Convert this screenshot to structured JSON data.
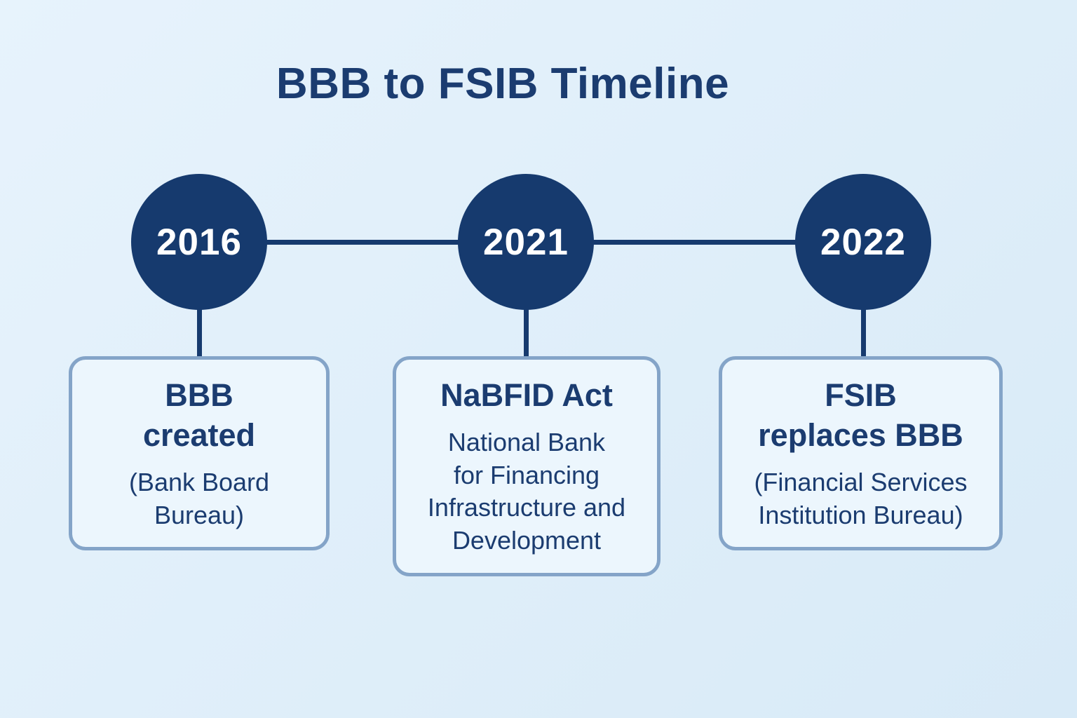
{
  "title": "BBB to FSIB Timeline",
  "colors": {
    "background_top": "#e7f3fc",
    "background_bottom": "#d8eaf7",
    "navy": "#163a6e",
    "text_navy": "#1b3c70",
    "card_bg": "#ecf6fd",
    "card_border": "#84a4c8",
    "year_text": "#ffffff"
  },
  "timeline": {
    "events": [
      {
        "year": "2016",
        "heading": "BBB\ncreated",
        "description": "(Bank Board\nBureau)"
      },
      {
        "year": "2021",
        "heading": "NaBFID Act",
        "description": "National Bank\nfor Financing\nInfrastructure and\nDevelopment"
      },
      {
        "year": "2022",
        "heading": "FSIB\nreplaces BBB",
        "description": "(Financial Services\nInstitution Bureau)"
      }
    ]
  }
}
